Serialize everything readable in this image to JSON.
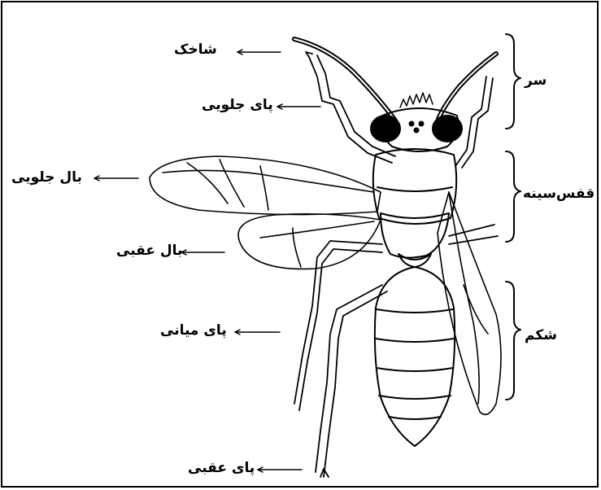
{
  "labels_left": [
    {
      "id": "antenna",
      "text": "شاخک"
    },
    {
      "id": "front-leg",
      "text": "پای جلویی"
    },
    {
      "id": "front-wing",
      "text": "بال جلویی"
    },
    {
      "id": "hind-wing",
      "text": "بال عقبی"
    },
    {
      "id": "middle-leg",
      "text": "پای میانی"
    },
    {
      "id": "hind-leg",
      "text": "پای عقبی"
    }
  ],
  "labels_right": [
    {
      "id": "head",
      "text": "سر"
    },
    {
      "id": "thorax",
      "text": "قفس‌سینه"
    },
    {
      "id": "abdomen",
      "text": "شکم"
    }
  ]
}
